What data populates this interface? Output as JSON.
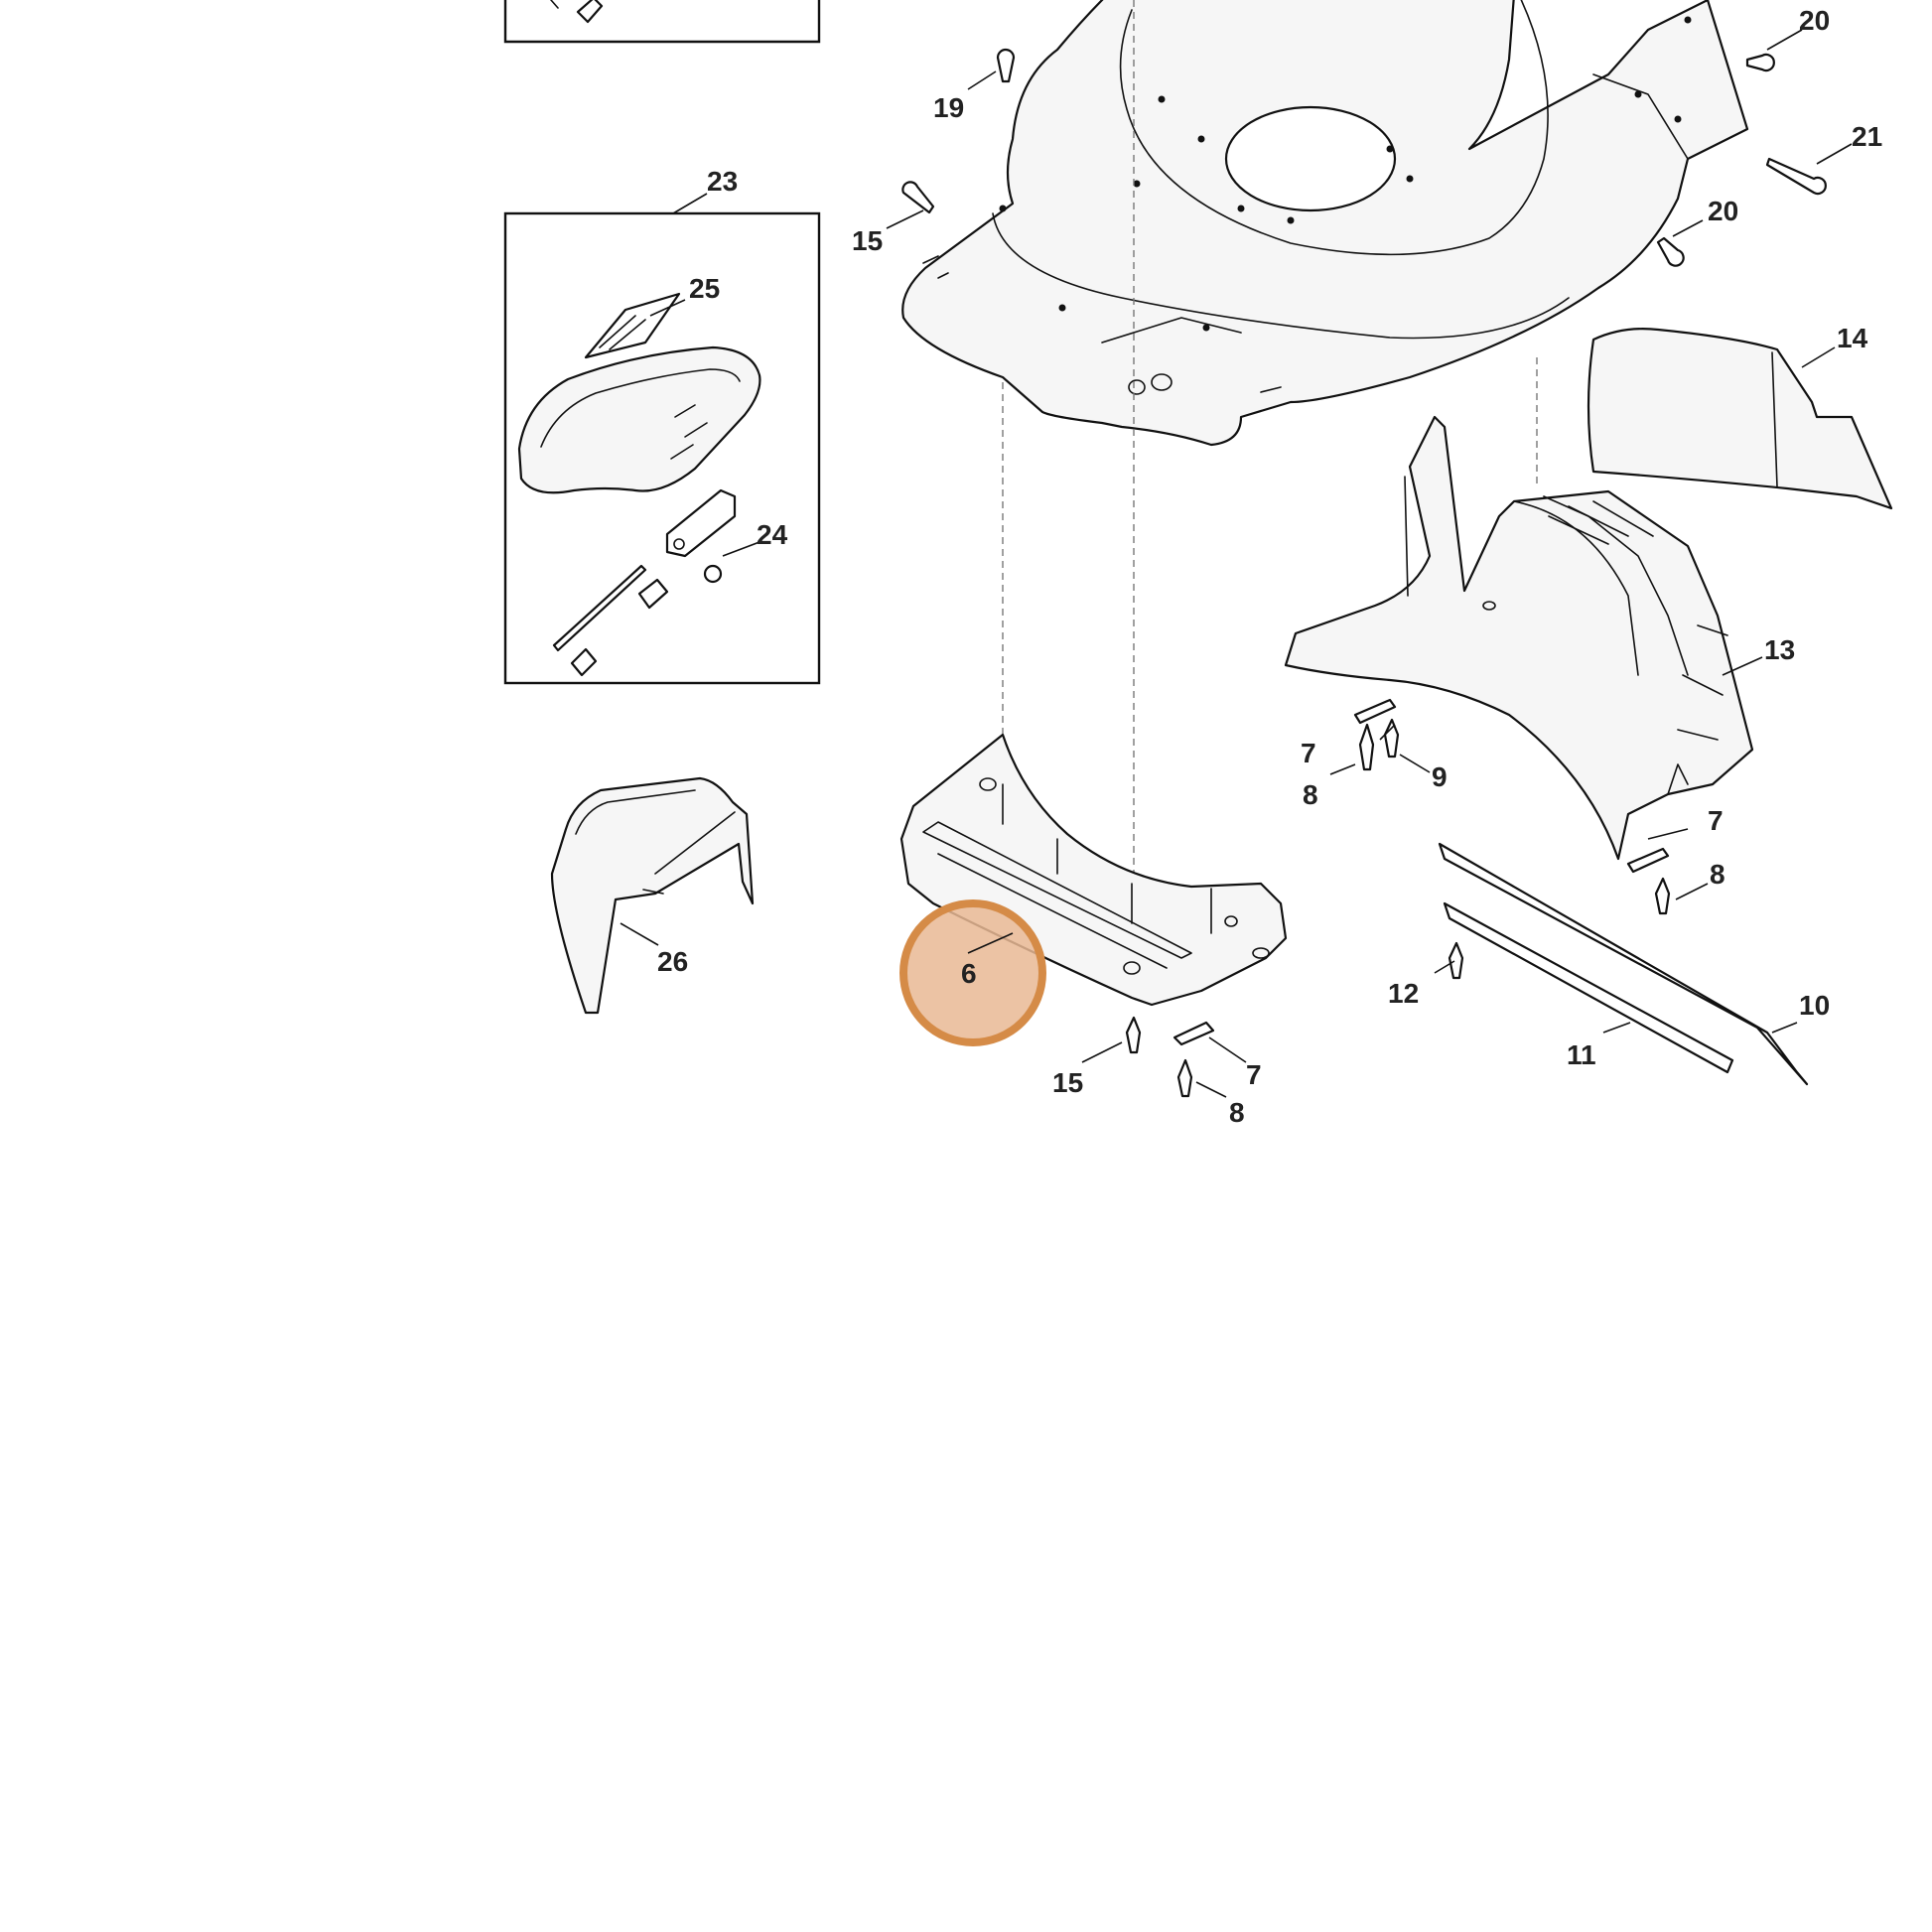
{
  "diagram": {
    "highlight_color": "#d58b47",
    "highlight_fill": "#e9b894",
    "highlighted_part": "6",
    "callouts": [
      {
        "id": "c6",
        "label": "6"
      },
      {
        "id": "c7a",
        "label": "7"
      },
      {
        "id": "c7b",
        "label": "7"
      },
      {
        "id": "c7c",
        "label": "7"
      },
      {
        "id": "c8a",
        "label": "8"
      },
      {
        "id": "c8b",
        "label": "8"
      },
      {
        "id": "c8c",
        "label": "8"
      },
      {
        "id": "c9",
        "label": "9"
      },
      {
        "id": "c10",
        "label": "10"
      },
      {
        "id": "c11",
        "label": "11"
      },
      {
        "id": "c12",
        "label": "12"
      },
      {
        "id": "c13",
        "label": "13"
      },
      {
        "id": "c14",
        "label": "14"
      },
      {
        "id": "c15a",
        "label": "15"
      },
      {
        "id": "c15b",
        "label": "15"
      },
      {
        "id": "c19",
        "label": "19"
      },
      {
        "id": "c20a",
        "label": "20"
      },
      {
        "id": "c20b",
        "label": "20"
      },
      {
        "id": "c21",
        "label": "21"
      },
      {
        "id": "c23",
        "label": "23"
      },
      {
        "id": "c24",
        "label": "24"
      },
      {
        "id": "c25",
        "label": "25"
      },
      {
        "id": "c26",
        "label": "26"
      }
    ]
  }
}
